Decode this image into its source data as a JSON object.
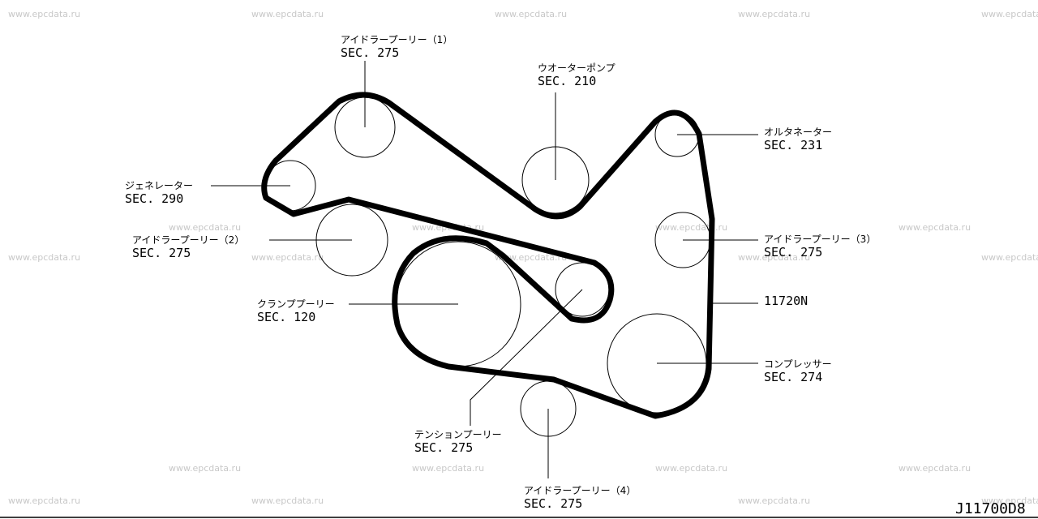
{
  "watermark": "www.epcdata.ru",
  "belt_part_number": "11720N",
  "figure_code": "J11700D8",
  "components": {
    "idler1": {
      "name": "アイドラープーリー（1）",
      "sec": "SEC. 275"
    },
    "water_pump": {
      "name": "ウオーターポンプ",
      "sec": "SEC. 210"
    },
    "alternator": {
      "name": "オルタネーター",
      "sec": "SEC. 231"
    },
    "generator": {
      "name": "ジェネレーター",
      "sec": "SEC. 290"
    },
    "idler2": {
      "name": "アイドラープーリー（2）",
      "sec": "SEC. 275"
    },
    "idler3": {
      "name": "アイドラープーリー（3）",
      "sec": "SEC. 275"
    },
    "crank": {
      "name": "クランププーリー",
      "sec": "SEC. 120"
    },
    "compressor": {
      "name": "コンプレッサー",
      "sec": "SEC. 274"
    },
    "tension": {
      "name": "テンションプーリー",
      "sec": "SEC. 275"
    },
    "idler4": {
      "name": "アイドラープーリー（4）",
      "sec": "SEC. 275"
    }
  }
}
